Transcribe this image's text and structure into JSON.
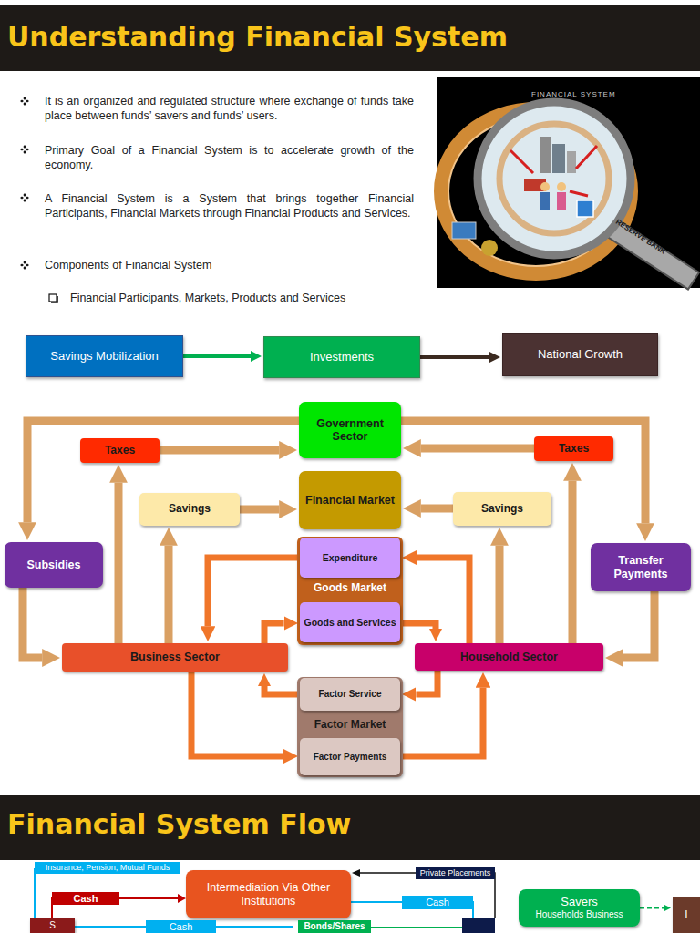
{
  "diagram": {
    "title": "Understanding Financial System",
    "nodes": [
      {
        "text": [
          "Savings Mobilization"
        ]
      },
      {
        "text": [
          "Investments"
        ]
      },
      {
        "text": [
          "National Growth"
        ]
      },
      {
        "text": [
          "Government Sector"
        ]
      },
      {
        "text": [
          "Taxes"
        ]
      },
      {
        "text": [
          "Taxes"
        ]
      },
      {
        "text": [
          "Savings"
        ]
      },
      {
        "text": [
          "Financial Market"
        ]
      },
      {
        "text": [
          "Savings"
        ]
      },
      {
        "text": [
          "Subsidies"
        ]
      },
      {
        "text": [
          "Transfer Payments"
        ]
      },
      {
        "text": [
          "Goods Market"
        ]
      },
      {
        "text": [
          "Expenditure"
        ],
        "in": 11
      },
      {
        "text": [
          "Goods and Services"
        ],
        "in": 11
      },
      {
        "text": [
          "Business Sector"
        ]
      },
      {
        "text": [
          "Household Sector"
        ]
      },
      {
        "text": [
          "Factor Market"
        ]
      },
      {
        "text": [
          "Factor Service"
        ],
        "in": 16
      },
      {
        "text": [
          "Factor Payments"
        ],
        "in": 16
      },
      {
        "text": [
          "Intermediation Via Other Institutions"
        ]
      },
      {
        "text": [
          "Savers",
          "Households Business"
        ]
      },
      {
        "text": [
          "S"
        ]
      },
      {
        "text": [
          "I"
        ]
      }
    ],
    "edges": [
      {
        "from": 0,
        "to": 1,
        "arrow": "to"
      },
      {
        "from": 1,
        "to": 2,
        "arrow": "to"
      },
      {
        "from": 3,
        "to": 9,
        "arrow": "to"
      },
      {
        "from": 9,
        "to": 14,
        "arrow": "to"
      },
      {
        "from": 3,
        "to": 10,
        "arrow": "to"
      },
      {
        "from": 10,
        "to": 15,
        "arrow": "to"
      },
      {
        "from": 14,
        "to": 4,
        "arrow": "to"
      },
      {
        "from": 4,
        "to": 3,
        "arrow": "to"
      },
      {
        "from": 15,
        "to": 5,
        "arrow": "to"
      },
      {
        "from": 5,
        "to": 3,
        "arrow": "to"
      },
      {
        "from": 14,
        "to": 6,
        "arrow": "to"
      },
      {
        "from": 6,
        "to": 7,
        "arrow": "to"
      },
      {
        "from": 15,
        "to": 8,
        "arrow": "to"
      },
      {
        "from": 8,
        "to": 7,
        "arrow": "to"
      },
      {
        "from": 15,
        "to": 12,
        "arrow": "to"
      },
      {
        "from": 12,
        "to": 14,
        "arrow": "to"
      },
      {
        "from": 14,
        "to": 13,
        "arrow": "to"
      },
      {
        "from": 13,
        "to": 15,
        "arrow": "to"
      },
      {
        "from": 14,
        "to": 18,
        "arrow": "to"
      },
      {
        "from": 18,
        "to": 15,
        "arrow": "to"
      },
      {
        "from": 15,
        "to": 17,
        "arrow": "to"
      },
      {
        "from": 17,
        "to": 14,
        "arrow": "to"
      },
      {
        "from": 20,
        "to": 22,
        "arrow": "to"
      }
    ],
    "labels": [
      "It is an organized and regulated structure where exchange of funds take place between funds’ savers and funds’ users.",
      "Primary Goal of a Financial System is to accelerate growth of the economy.",
      "A Financial System is a System that brings together Financial Participants, Financial Markets through Financial Products and Services.",
      "Components of Financial System",
      "Financial Participants, Markets, Products and Services",
      "FINANCIAL SYSTEM",
      "RESERVE BANK",
      "Financial System Flow",
      "Cash",
      "Cash",
      "Cash",
      "Bonds/Shares",
      "Private Placements",
      "Insurance, Pension, Mutual Funds"
    ]
  }
}
